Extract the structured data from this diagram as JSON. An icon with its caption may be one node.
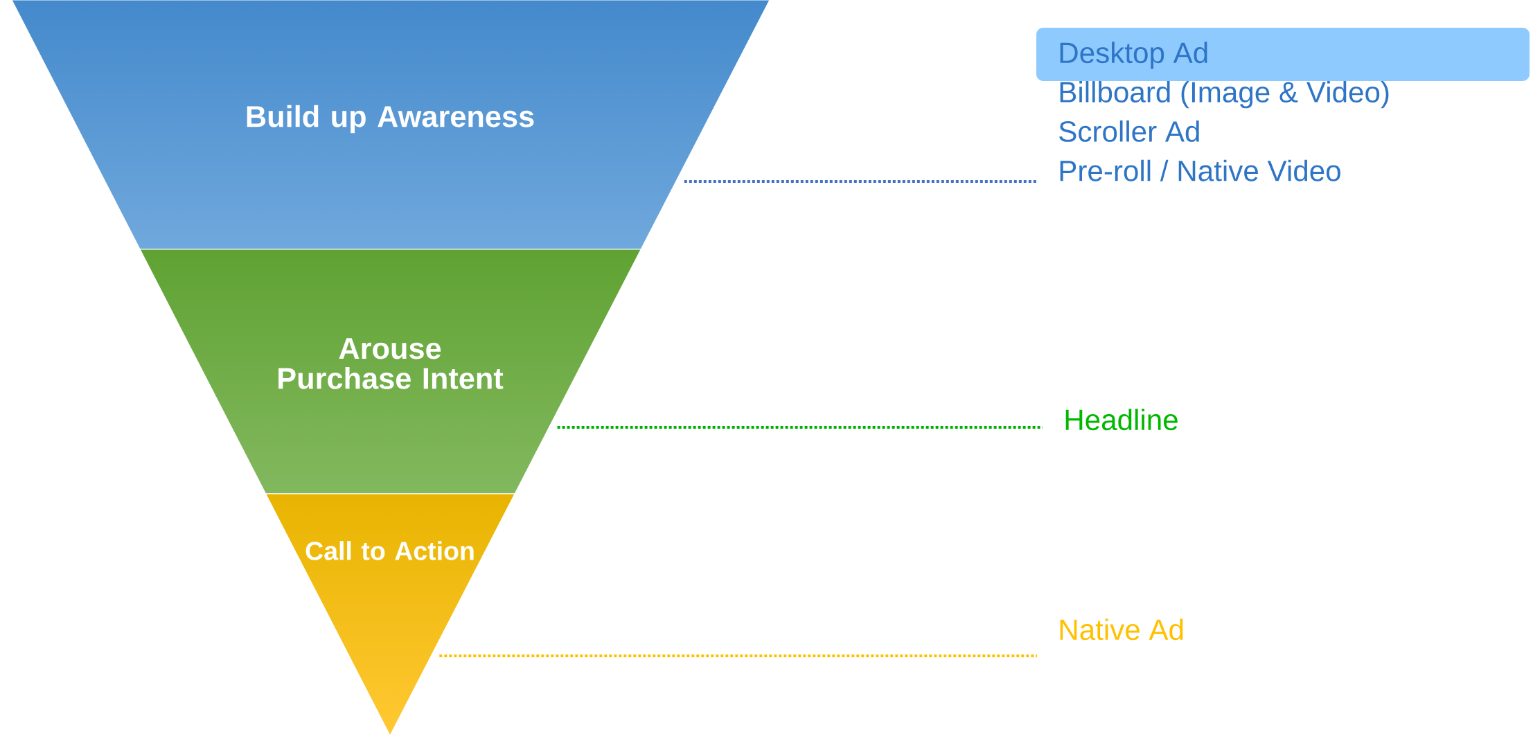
{
  "diagram": {
    "nodes": [
      {
        "text": [
          "Build up Awareness"
        ]
      },
      {
        "text": [
          "Arouse Purchase Intent"
        ]
      },
      {
        "text": [
          "Call to Action"
        ]
      },
      {
        "text": [
          "Desktop Ad",
          "Billboard (Image & Video)",
          "Scroller Ad",
          "Pre-roll / Native Video"
        ]
      },
      {
        "text": [
          "Headline"
        ]
      },
      {
        "text": [
          "Native Ad"
        ]
      }
    ],
    "edges": [
      {
        "from": 0,
        "to": 3,
        "arrow": "none",
        "style": "dashed",
        "color": "#4472c4"
      },
      {
        "from": 1,
        "to": 4,
        "arrow": "none",
        "style": "dashed",
        "color": "#00b000"
      },
      {
        "from": 2,
        "to": 5,
        "arrow": "none",
        "style": "dashed",
        "color": "#ffc000"
      }
    ]
  }
}
